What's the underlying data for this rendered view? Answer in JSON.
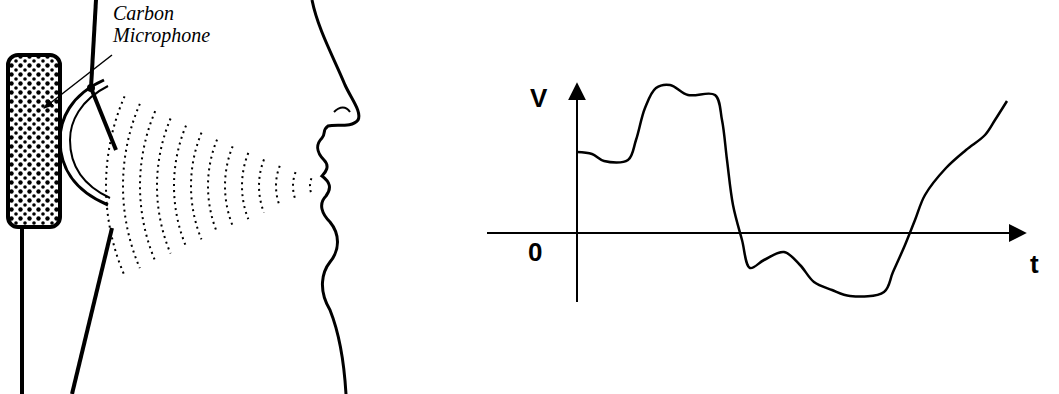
{
  "diagram": {
    "labels": [
      "Carbon Microphone",
      "V",
      "0",
      "t"
    ]
  }
}
